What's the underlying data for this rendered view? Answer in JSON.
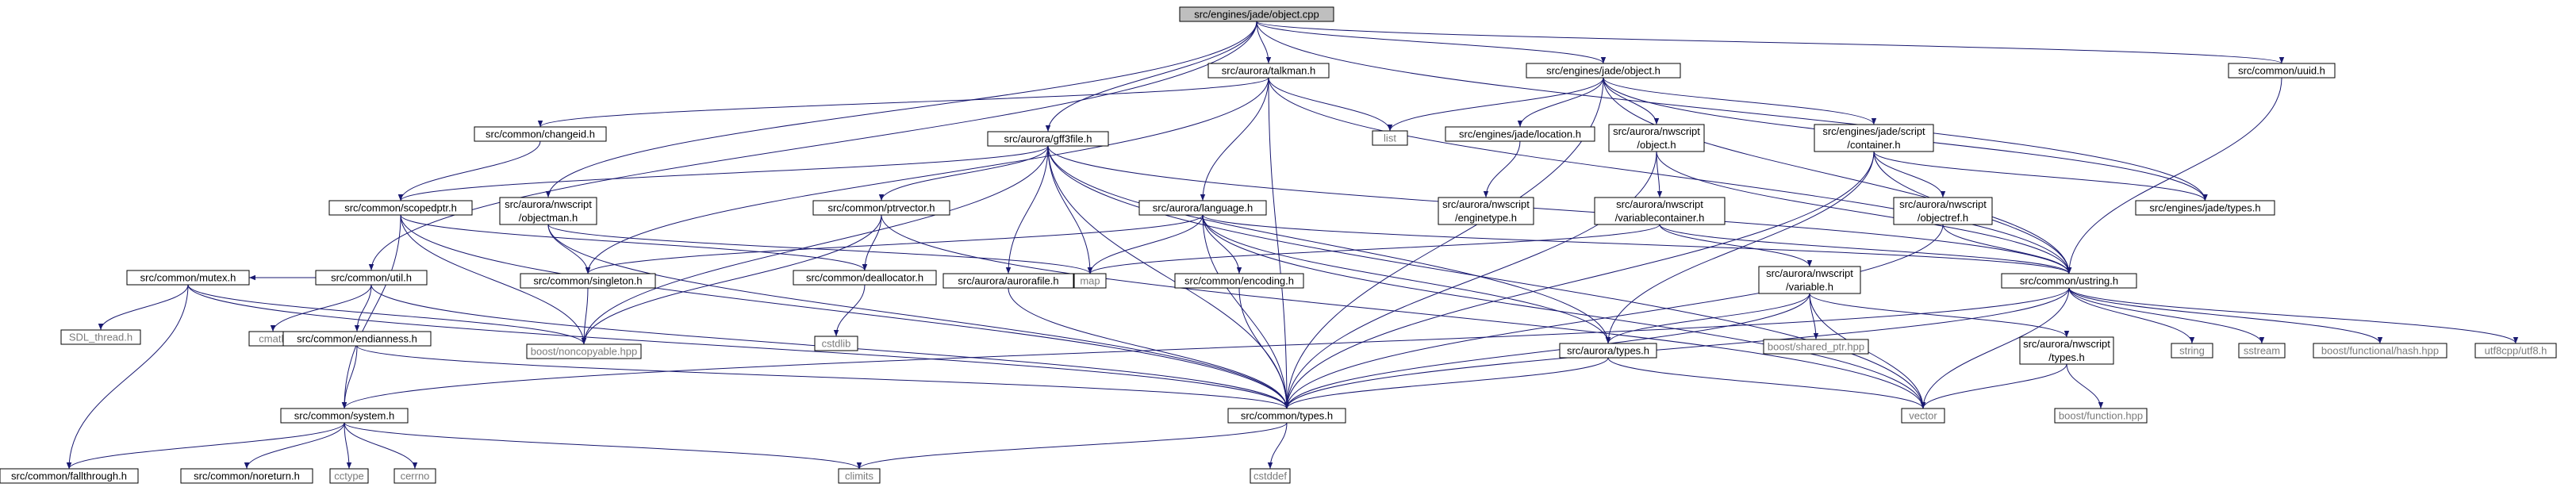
{
  "colors": {
    "edge": "#191970",
    "root_fill": "#bfbfbf",
    "node_border": "#000000",
    "system_text": "#7a7a7a"
  },
  "nodes": [
    {
      "id": "root",
      "lines": [
        "src/engines/jade/object.cpp"
      ],
      "root": true
    },
    {
      "id": "talkman",
      "lines": [
        "src/aurora/talkman.h"
      ]
    },
    {
      "id": "jobject",
      "lines": [
        "src/engines/jade/object.h"
      ]
    },
    {
      "id": "uuid",
      "lines": [
        "src/common/uuid.h"
      ]
    },
    {
      "id": "changeid",
      "lines": [
        "src/common/changeid.h"
      ]
    },
    {
      "id": "gff3file",
      "lines": [
        "src/aurora/gff3file.h"
      ]
    },
    {
      "id": "list",
      "lines": [
        "list"
      ],
      "system": true
    },
    {
      "id": "location",
      "lines": [
        "src/engines/jade/location.h"
      ]
    },
    {
      "id": "nwobject",
      "lines": [
        "src/aurora/nwscript",
        "/object.h"
      ]
    },
    {
      "id": "container",
      "lines": [
        "src/engines/jade/script",
        "/container.h"
      ]
    },
    {
      "id": "jtypes",
      "lines": [
        "src/engines/jade/types.h"
      ]
    },
    {
      "id": "scopedptr",
      "lines": [
        "src/common/scopedptr.h"
      ]
    },
    {
      "id": "objectman",
      "lines": [
        "src/aurora/nwscript",
        "/objectman.h"
      ]
    },
    {
      "id": "ptrvector",
      "lines": [
        "src/common/ptrvector.h"
      ]
    },
    {
      "id": "language",
      "lines": [
        "src/aurora/language.h"
      ]
    },
    {
      "id": "enginetype",
      "lines": [
        "src/aurora/nwscript",
        "/enginetype.h"
      ]
    },
    {
      "id": "varcontainer",
      "lines": [
        "src/aurora/nwscript",
        "/variablecontainer.h"
      ]
    },
    {
      "id": "objectref",
      "lines": [
        "src/aurora/nwscript",
        "/objectref.h"
      ]
    },
    {
      "id": "ustring",
      "lines": [
        "src/common/ustring.h"
      ]
    },
    {
      "id": "mutex",
      "lines": [
        "src/common/mutex.h"
      ]
    },
    {
      "id": "util",
      "lines": [
        "src/common/util.h"
      ]
    },
    {
      "id": "singleton",
      "lines": [
        "src/common/singleton.h"
      ]
    },
    {
      "id": "deallocator",
      "lines": [
        "src/common/deallocator.h"
      ]
    },
    {
      "id": "map",
      "lines": [
        "map"
      ],
      "system": true
    },
    {
      "id": "encoding",
      "lines": [
        "src/common/encoding.h"
      ]
    },
    {
      "id": "aurorafile",
      "lines": [
        "src/aurora/aurorafile.h"
      ]
    },
    {
      "id": "variable",
      "lines": [
        "src/aurora/nwscript",
        "/variable.h"
      ]
    },
    {
      "id": "sdlthread",
      "lines": [
        "SDL_thread.h"
      ],
      "system": true
    },
    {
      "id": "cmath",
      "lines": [
        "cmath"
      ],
      "system": true
    },
    {
      "id": "noncopyable",
      "lines": [
        "boost/noncopyable.hpp"
      ],
      "system": true
    },
    {
      "id": "cstdlib",
      "lines": [
        "cstdlib"
      ],
      "system": true
    },
    {
      "id": "endianness",
      "lines": [
        "src/common/endianness.h"
      ]
    },
    {
      "id": "sharedptr",
      "lines": [
        "boost/shared_ptr.hpp"
      ],
      "system": true
    },
    {
      "id": "auroratypes",
      "lines": [
        "src/aurora/types.h"
      ]
    },
    {
      "id": "nwtypes",
      "lines": [
        "src/aurora/nwscript",
        "/types.h"
      ]
    },
    {
      "id": "string",
      "lines": [
        "string"
      ],
      "system": true
    },
    {
      "id": "sstream",
      "lines": [
        "sstream"
      ],
      "system": true
    },
    {
      "id": "hash",
      "lines": [
        "boost/functional/hash.hpp"
      ],
      "system": true
    },
    {
      "id": "utf8",
      "lines": [
        "utf8cpp/utf8.h"
      ],
      "system": true
    },
    {
      "id": "system",
      "lines": [
        "src/common/system.h"
      ]
    },
    {
      "id": "ctypes",
      "lines": [
        "src/common/types.h"
      ]
    },
    {
      "id": "vector",
      "lines": [
        "vector"
      ],
      "system": true
    },
    {
      "id": "function",
      "lines": [
        "boost/function.hpp"
      ],
      "system": true
    },
    {
      "id": "fallthrough",
      "lines": [
        "src/common/fallthrough.h"
      ]
    },
    {
      "id": "noreturn",
      "lines": [
        "src/common/noreturn.h"
      ]
    },
    {
      "id": "cctype",
      "lines": [
        "cctype"
      ],
      "system": true
    },
    {
      "id": "cerrno",
      "lines": [
        "cerrno"
      ],
      "system": true
    },
    {
      "id": "climits",
      "lines": [
        "climits"
      ],
      "system": true
    },
    {
      "id": "cstddef",
      "lines": [
        "cstddef"
      ],
      "system": true
    }
  ],
  "edges": [
    [
      "root",
      "talkman"
    ],
    [
      "root",
      "jobject"
    ],
    [
      "root",
      "uuid"
    ],
    [
      "root",
      "gff3file"
    ],
    [
      "root",
      "objectman"
    ],
    [
      "root",
      "util"
    ],
    [
      "root",
      "jtypes"
    ],
    [
      "talkman",
      "changeid"
    ],
    [
      "talkman",
      "list"
    ],
    [
      "talkman",
      "language"
    ],
    [
      "talkman",
      "singleton"
    ],
    [
      "talkman",
      "ustring"
    ],
    [
      "talkman",
      "ctypes"
    ],
    [
      "jobject",
      "list"
    ],
    [
      "jobject",
      "location"
    ],
    [
      "jobject",
      "nwobject"
    ],
    [
      "jobject",
      "container"
    ],
    [
      "jobject",
      "jtypes"
    ],
    [
      "jobject",
      "ustring"
    ],
    [
      "jobject",
      "ctypes"
    ],
    [
      "uuid",
      "ustring"
    ],
    [
      "changeid",
      "scopedptr"
    ],
    [
      "gff3file",
      "scopedptr"
    ],
    [
      "gff3file",
      "ptrvector"
    ],
    [
      "gff3file",
      "aurorafile"
    ],
    [
      "gff3file",
      "map"
    ],
    [
      "gff3file",
      "noncopyable"
    ],
    [
      "gff3file",
      "ustring"
    ],
    [
      "gff3file",
      "auroratypes"
    ],
    [
      "gff3file",
      "ctypes"
    ],
    [
      "gff3file",
      "vector"
    ],
    [
      "location",
      "enginetype"
    ],
    [
      "nwobject",
      "varcontainer"
    ],
    [
      "nwobject",
      "ustring"
    ],
    [
      "nwobject",
      "ctypes"
    ],
    [
      "container",
      "objectref"
    ],
    [
      "container",
      "jtypes"
    ],
    [
      "container",
      "ustring"
    ],
    [
      "container",
      "auroratypes"
    ],
    [
      "container",
      "ctypes"
    ],
    [
      "scopedptr",
      "deallocator"
    ],
    [
      "scopedptr",
      "noncopyable"
    ],
    [
      "scopedptr",
      "system"
    ],
    [
      "scopedptr",
      "ctypes"
    ],
    [
      "objectman",
      "singleton"
    ],
    [
      "objectman",
      "map"
    ],
    [
      "objectman",
      "ctypes"
    ],
    [
      "ptrvector",
      "deallocator"
    ],
    [
      "ptrvector",
      "noncopyable"
    ],
    [
      "ptrvector",
      "vector"
    ],
    [
      "language",
      "map"
    ],
    [
      "language",
      "singleton"
    ],
    [
      "language",
      "encoding"
    ],
    [
      "language",
      "ustring"
    ],
    [
      "language",
      "auroratypes"
    ],
    [
      "language",
      "ctypes"
    ],
    [
      "language",
      "vector"
    ],
    [
      "varcontainer",
      "variable"
    ],
    [
      "varcontainer",
      "map"
    ],
    [
      "varcontainer",
      "ustring"
    ],
    [
      "objectref",
      "ustring"
    ],
    [
      "objectref",
      "ctypes"
    ],
    [
      "ustring",
      "string"
    ],
    [
      "ustring",
      "sstream"
    ],
    [
      "ustring",
      "hash"
    ],
    [
      "ustring",
      "utf8"
    ],
    [
      "ustring",
      "system"
    ],
    [
      "ustring",
      "ctypes"
    ],
    [
      "ustring",
      "vector"
    ],
    [
      "mutex",
      "sdlthread"
    ],
    [
      "mutex",
      "noncopyable"
    ],
    [
      "mutex",
      "ctypes"
    ],
    [
      "mutex",
      "fallthrough"
    ],
    [
      "util",
      "cmath"
    ],
    [
      "util",
      "endianness"
    ],
    [
      "util",
      "mutex"
    ],
    [
      "util",
      "ctypes"
    ],
    [
      "singleton",
      "noncopyable"
    ],
    [
      "deallocator",
      "cstdlib"
    ],
    [
      "encoding",
      "ctypes"
    ],
    [
      "aurorafile",
      "ctypes"
    ],
    [
      "variable",
      "sharedptr"
    ],
    [
      "variable",
      "auroratypes"
    ],
    [
      "variable",
      "nwtypes"
    ],
    [
      "variable",
      "ctypes"
    ],
    [
      "variable",
      "vector"
    ],
    [
      "endianness",
      "system"
    ],
    [
      "endianness",
      "ctypes"
    ],
    [
      "auroratypes",
      "ctypes"
    ],
    [
      "auroratypes",
      "vector"
    ],
    [
      "nwtypes",
      "vector"
    ],
    [
      "nwtypes",
      "function"
    ],
    [
      "system",
      "fallthrough"
    ],
    [
      "system",
      "noreturn"
    ],
    [
      "system",
      "cctype"
    ],
    [
      "system",
      "cerrno"
    ],
    [
      "system",
      "climits"
    ],
    [
      "ctypes",
      "climits"
    ],
    [
      "ctypes",
      "cstddef"
    ]
  ]
}
